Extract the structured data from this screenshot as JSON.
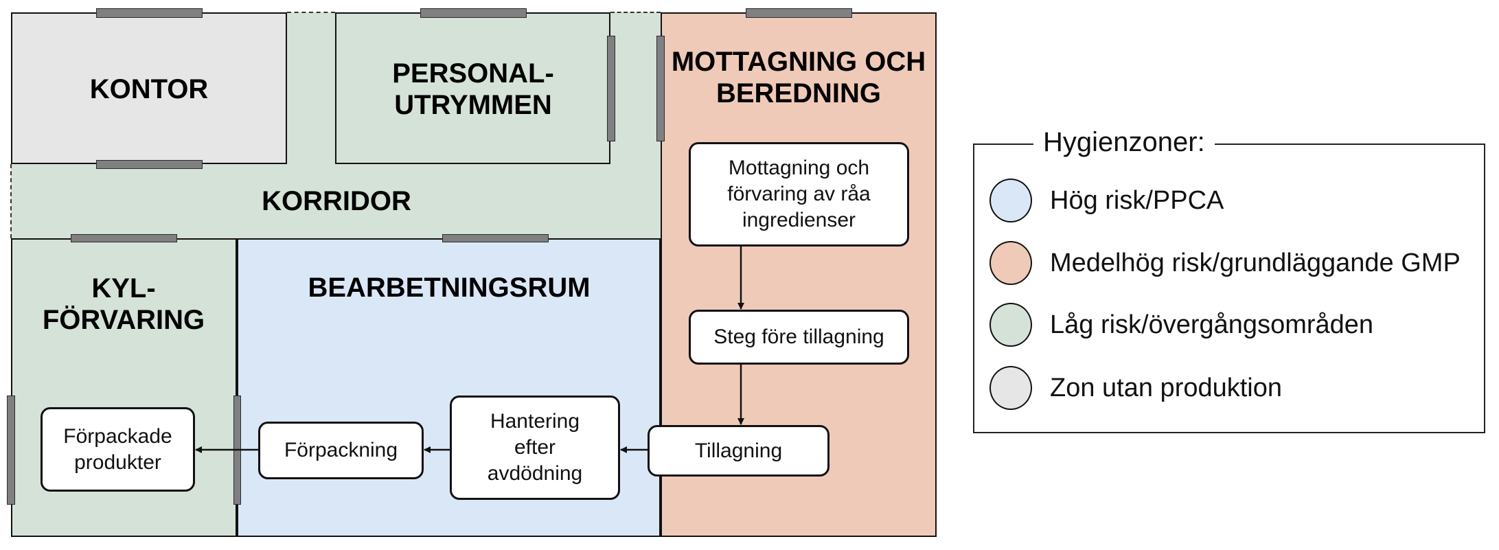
{
  "colors": {
    "high_risk": "#DAE7F6",
    "medium_risk": "#F0CAB8",
    "low_risk": "#D5E2D8",
    "non_production": "#E6E6E6",
    "door": "#808082"
  },
  "rooms": {
    "kontor": {
      "label": "KONTOR",
      "zone": "non_production"
    },
    "personal": {
      "label": "PERSONAL-\nUTRYMMEN",
      "zone": "low_risk"
    },
    "korridor": {
      "label": "KORRIDOR",
      "zone": "low_risk"
    },
    "mottagning": {
      "label": "MOTTAGNING OCH\nBEREDNING",
      "zone": "medium_risk"
    },
    "kyl": {
      "label": "KYL-\nFÖRVARING",
      "zone": "low_risk"
    },
    "bearbetning": {
      "label": "BEARBETNINGSRUM",
      "zone": "high_risk"
    }
  },
  "flow_steps": [
    {
      "id": "mottagning",
      "label": "Mottagning och\nförvaring av råa\ningredienser"
    },
    {
      "id": "steg",
      "label": "Steg före tillagning"
    },
    {
      "id": "tillagning",
      "label": "Tillagning"
    },
    {
      "id": "hantering",
      "label": "Hantering\nefter\navdödning"
    },
    {
      "id": "forpackning",
      "label": "Förpackning"
    },
    {
      "id": "forpackade",
      "label": "Förpackade\nprodukter"
    }
  ],
  "flow_edges": [
    [
      "mottagning",
      "steg"
    ],
    [
      "steg",
      "tillagning"
    ],
    [
      "tillagning",
      "hantering"
    ],
    [
      "hantering",
      "forpackning"
    ],
    [
      "forpackning",
      "forpackade"
    ]
  ],
  "legend": {
    "title": "Hygienzoner:",
    "items": [
      {
        "label": "Hög risk/PPCA",
        "zone": "high_risk"
      },
      {
        "label": "Medelhög risk/grundläggande GMP",
        "zone": "medium_risk"
      },
      {
        "label": "Låg risk/övergångsområden",
        "zone": "low_risk"
      },
      {
        "label": "Zon utan produktion",
        "zone": "non_production"
      }
    ]
  }
}
